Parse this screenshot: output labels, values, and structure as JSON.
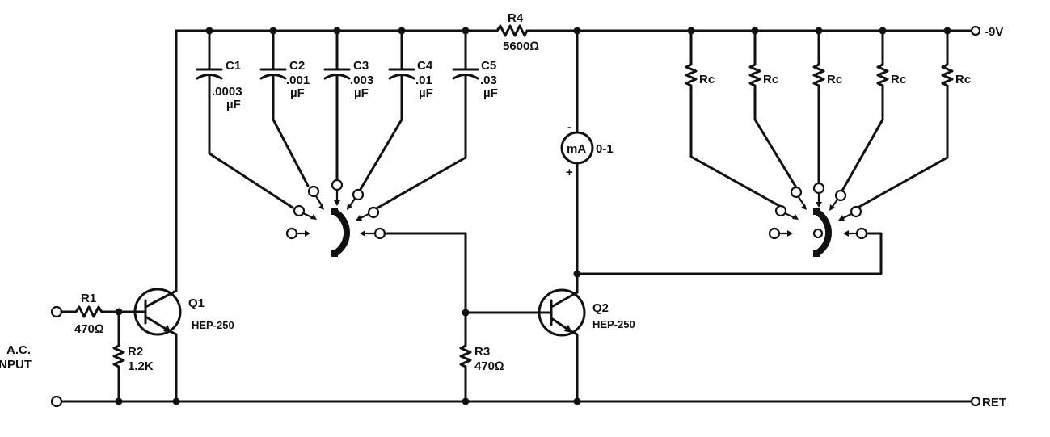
{
  "rail_label": "-9V",
  "return_label": "RET",
  "input_label_line1": "A.C.",
  "input_label_line2": "INPUT",
  "resistors": {
    "r1": {
      "name": "R1",
      "value": "470Ω"
    },
    "r2": {
      "name": "R2",
      "value": "1.2K"
    },
    "r3": {
      "name": "R3",
      "value": "470Ω"
    },
    "r4": {
      "name": "R4",
      "value": "5600Ω"
    },
    "rc": "Rc"
  },
  "capacitors": [
    {
      "name": "C1",
      "value": ".0003",
      "unit": "µF"
    },
    {
      "name": "C2",
      "value": ".001",
      "unit": "µF"
    },
    {
      "name": "C3",
      "value": ".003",
      "unit": "µF"
    },
    {
      "name": "C4",
      "value": ".01",
      "unit": "µF"
    },
    {
      "name": "C5",
      "value": ".03",
      "unit": "µF"
    }
  ],
  "transistors": {
    "q1": {
      "name": "Q1",
      "type": "HEP-250"
    },
    "q2": {
      "name": "Q2",
      "type": "HEP-250"
    }
  },
  "meter": {
    "symbol": "mA",
    "range": "0-1",
    "minus": "-",
    "plus": "+"
  }
}
